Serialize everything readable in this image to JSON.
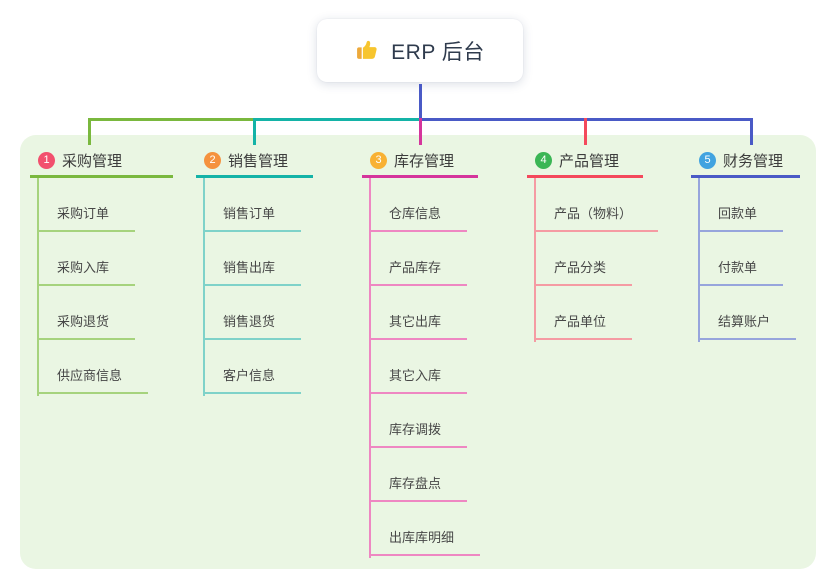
{
  "root": {
    "icon": "thumbs-up-icon",
    "label": "ERP 后台"
  },
  "colors": {
    "root_connector": "#4a5ac6",
    "panel_bg": "#eaf6e3",
    "card_bg": "#ffffff"
  },
  "branches": [
    {
      "badge": "1",
      "title": "采购管理",
      "badge_color": "#f2506e",
      "line_color": "#7ab83e",
      "sub_line_color": "#a6d37d",
      "children": [
        "采购订单",
        "采购入库",
        "采购退货",
        "供应商信息"
      ]
    },
    {
      "badge": "2",
      "title": "销售管理",
      "badge_color": "#f5923e",
      "line_color": "#14b3a7",
      "sub_line_color": "#7fd2c9",
      "children": [
        "销售订单",
        "销售出库",
        "销售退货",
        "客户信息"
      ]
    },
    {
      "badge": "3",
      "title": "库存管理",
      "badge_color": "#f8b133",
      "line_color": "#d5359c",
      "sub_line_color": "#ee87c2",
      "children": [
        "仓库信息",
        "产品库存",
        "其它出库",
        "其它入库",
        "库存调拨",
        "库存盘点",
        "出库库明细"
      ]
    },
    {
      "badge": "4",
      "title": "产品管理",
      "badge_color": "#3bb655",
      "line_color": "#f4495c",
      "sub_line_color": "#f59ba3",
      "children": [
        "产品（物料）",
        "产品分类",
        "产品单位"
      ]
    },
    {
      "badge": "5",
      "title": "财务管理",
      "badge_color": "#41a3e0",
      "line_color": "#4a5ac6",
      "sub_line_color": "#97a5dc",
      "children": [
        "回款单",
        "付款单",
        "结算账户"
      ]
    }
  ]
}
